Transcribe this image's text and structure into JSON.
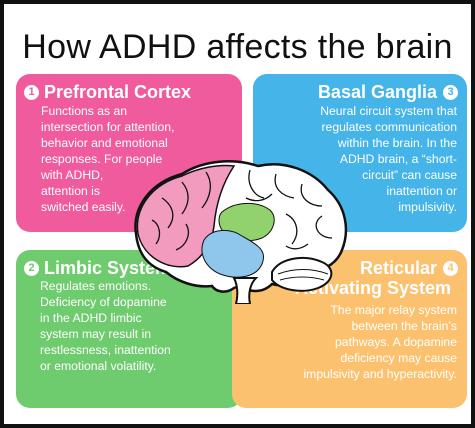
{
  "title": "How ADHD affects the brain",
  "sections": [
    {
      "number": "1",
      "heading": "Prefrontal Cortex",
      "lines": [
        "Functions as an",
        "intersection for attention,",
        "behavior and emotional",
        "responses. For people",
        "with ADHD,",
        "attention is",
        "switched easily."
      ]
    },
    {
      "number": "3",
      "heading": "Basal Ganglia",
      "lines": [
        "Neural circuit system that",
        "regulates communication",
        "within the brain. In the",
        "ADHD brain, a “short-",
        "circuit” can cause",
        "inattention or",
        "impulsivity."
      ]
    },
    {
      "number": "2",
      "heading": "Limbic System",
      "lines": [
        "Regulates emotions.",
        "Deficiency of dopamine",
        "in the ADHD limbic",
        "system may result in",
        "restlessness, inattention",
        "or emotional volatility."
      ]
    },
    {
      "number": "4",
      "heading": "Reticular",
      "heading2": "Activating System",
      "lines": [
        "The major relay system",
        "between the brain’s",
        "pathways. A dopamine",
        "deficiency may cause",
        "impulsivity and hyperactivity."
      ]
    }
  ],
  "colors": {
    "prefrontal": "#ef5b9c",
    "basal": "#45b4e8",
    "limbic": "#6fcc6e",
    "reticular": "#fcc16e"
  }
}
